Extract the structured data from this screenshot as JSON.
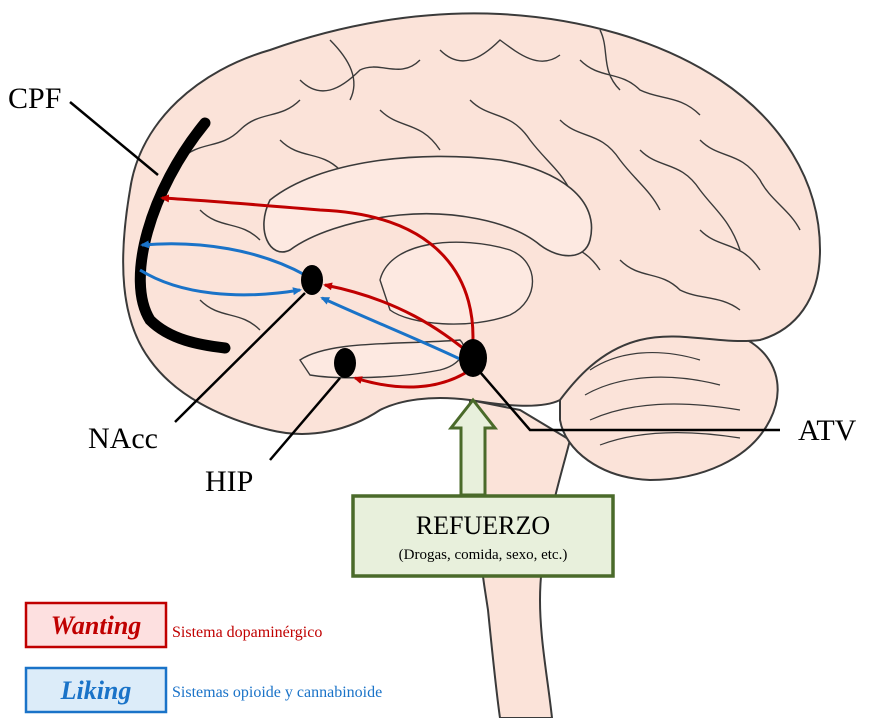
{
  "regions": {
    "cpf": "CPF",
    "nacc": "NAcc",
    "hip": "HIP",
    "atv": "ATV"
  },
  "stimulus": {
    "title": "REFUERZO",
    "subtitle": "(Drogas, comida, sexo, etc.)"
  },
  "legend": {
    "wanting": {
      "label": "Wanting",
      "description": "Sistema dopaminérgico",
      "color": "#c00000",
      "fill": "#fde0e0"
    },
    "liking": {
      "label": "Liking",
      "description": "Sistemas opioide y cannabinoide",
      "color": "#1a73c8",
      "fill": "#dcecf9"
    }
  },
  "colors": {
    "brain_fill": "#fbe3d9",
    "brain_stroke": "#3a3a3a",
    "stimulus_border": "#4a6a2a",
    "stimulus_fill": "#e8f0dc",
    "arrow_up_fill": "#e8f0dc"
  }
}
